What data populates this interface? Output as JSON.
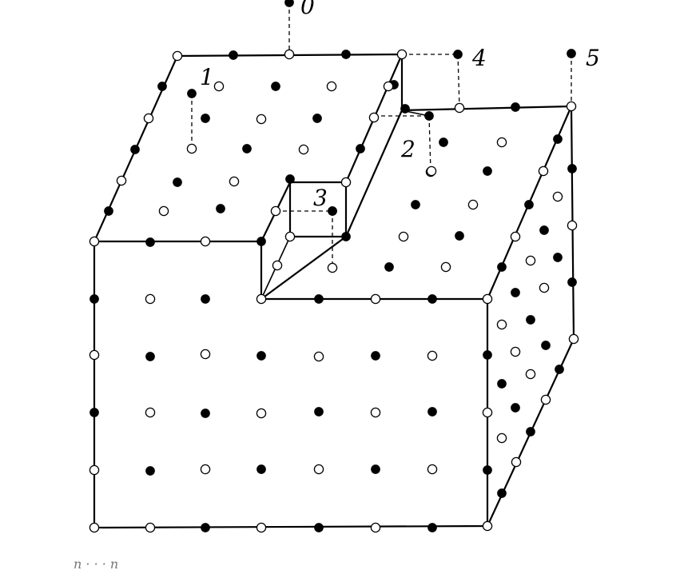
{
  "figure": {
    "labels": {
      "site_0": "0",
      "site_1": "1",
      "site_2": "2",
      "site_3": "3",
      "site_4": "4",
      "site_5": "5"
    },
    "caption": "n · · · n",
    "legend": {
      "filled_atom": "filled-circle",
      "open_atom": "open-circle"
    },
    "colors": {
      "ink": "#000000",
      "paper": "#ffffff"
    }
  }
}
